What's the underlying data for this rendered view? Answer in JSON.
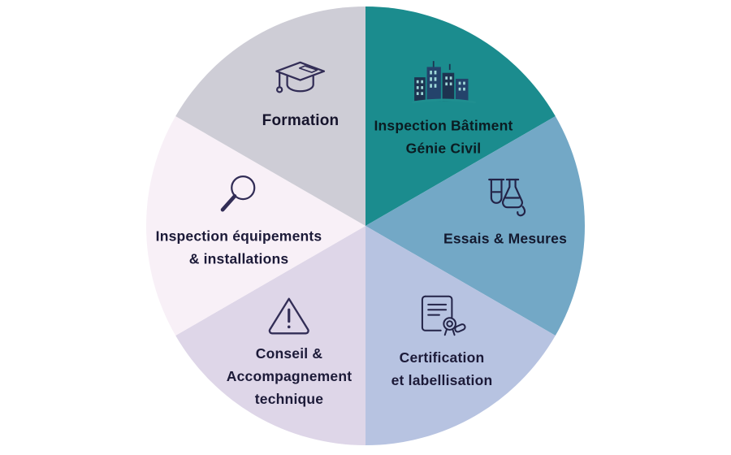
{
  "chart_data": {
    "type": "pie",
    "title": "",
    "legend_position": "none",
    "equal_slices": true,
    "slices": [
      {
        "label": "Inspection Bâtiment Génie Civil",
        "lines": [
          "Inspection Bâtiment",
          "Génie Civil"
        ],
        "value": 16.67,
        "color": "#1b8c8e",
        "label_color": "#0b1c22",
        "icon": "city-buildings-icon"
      },
      {
        "label": "Essais & Mesures",
        "lines": [
          "Essais & Mesures"
        ],
        "value": 16.67,
        "color": "#73a8c6",
        "label_color": "#13192f",
        "icon": "lab-flasks-icon"
      },
      {
        "label": "Certification et labellisation",
        "lines": [
          "Certification",
          "et labellisation"
        ],
        "value": 16.67,
        "color": "#b7c3e1",
        "label_color": "#1c1a38",
        "icon": "certificate-seal-icon"
      },
      {
        "label": "Conseil & Accompagnement technique",
        "lines": [
          "Conseil &",
          "Accompagnement",
          "technique"
        ],
        "value": 16.67,
        "color": "#ded6e8",
        "label_color": "#1c1a38",
        "icon": "warning-triangle-icon"
      },
      {
        "label": "Inspection équipements & installations",
        "lines": [
          "Inspection équipements",
          "& installations"
        ],
        "value": 16.67,
        "color": "#f8f0f7",
        "label_color": "#1c1a38",
        "icon": "magnifying-glass-icon"
      },
      {
        "label": "Formation",
        "lines": [
          "Formation"
        ],
        "value": 16.67,
        "color": "#cecdd6",
        "label_color": "#16142c",
        "icon": "graduation-cap-icon"
      }
    ]
  }
}
